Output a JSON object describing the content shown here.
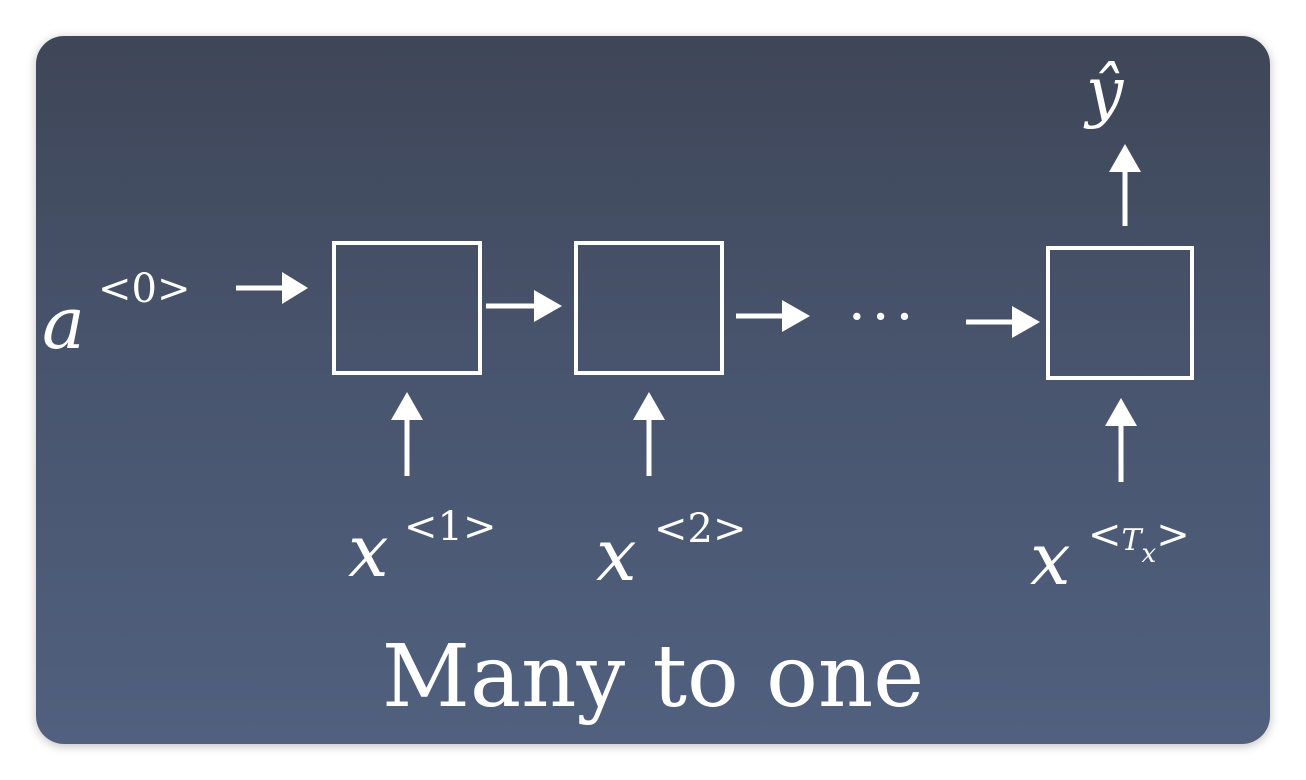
{
  "diagram": {
    "initial_state": {
      "symbol": "a",
      "superscript": "<0>"
    },
    "inputs": [
      {
        "symbol": "x",
        "superscript": "<1>"
      },
      {
        "symbol": "x",
        "superscript": "<2>"
      },
      {
        "symbol": "x",
        "superscript_open": "<",
        "superscript_var": "T",
        "superscript_sub": "x",
        "superscript_close": ">"
      }
    ],
    "output": {
      "symbol": "ŷ"
    },
    "ellipsis": "···",
    "caption": "Many to one"
  },
  "colors": {
    "background_top": "#3e4657",
    "background_bottom": "#50607e",
    "foreground": "#ffffff"
  }
}
